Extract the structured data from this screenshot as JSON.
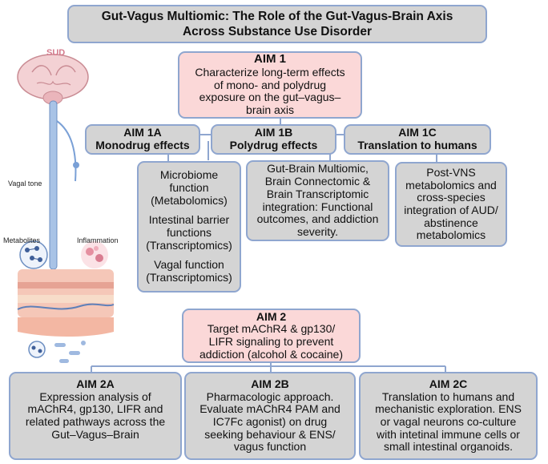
{
  "title": {
    "line1": "Gut-Vagus Multiomic: The Role of the Gut-Vagus-Brain Axis",
    "line2": "Across Substance Use Disorder"
  },
  "illustration": {
    "sud_label": "SUD",
    "vagal_tone_label": "Vagal tone",
    "metabolites_label": "Metabolites",
    "inflammation_label": "Inflammation"
  },
  "aim1": {
    "heading": "AIM 1",
    "text": "Characterize long-term effects\nof mono- and    polydrug\nexposure on the gut–vagus–\nbrain axis"
  },
  "aim1a": {
    "heading": "AIM 1A",
    "subtitle": "Monodrug effects",
    "details": [
      "Microbiome\nfunction\n(Metabolomics)",
      "Intestinal barrier\nfunctions\n(Transcriptomics)",
      "Vagal function\n(Transcriptomics)"
    ]
  },
  "aim1b": {
    "heading": "AIM 1B",
    "subtitle": "Polydrug effects",
    "detail": "Gut-Brain Multiomic,\nBrain Connectomic &\nBrain Transcriptomic\nintegration: Functional\noutcomes, and addiction\nseverity."
  },
  "aim1c": {
    "heading": "AIM 1C",
    "subtitle": "Translation to humans",
    "detail": "Post-VNS\nmetabolomics and\ncross-species\nintegration of AUD/\nabstinence\nmetabolomics"
  },
  "aim2": {
    "heading": "AIM 2",
    "text": "Target mAChR4 & gp130/\nLIFR signaling to prevent\naddiction (alcohol & cocaine)"
  },
  "aim2a": {
    "heading": "AIM 2A",
    "text": "Expression analysis of\nmAChR4, gp130, LIFR and\nrelated pathways across the\nGut–Vagus–Brain"
  },
  "aim2b": {
    "heading": "AIM 2B",
    "text": "Pharmacologic approach.\nEvaluate mAChR4 PAM and\nIC7Fc agonist) on drug\nseeking behaviour & ENS/\nvagus function"
  },
  "aim2c": {
    "heading": "AIM 2C",
    "text": "Translation to humans and\nmechanistic exploration. ENS\nor vagal neurons co-culture\nwith intetinal immune cells or\nsmall intestinal organoids."
  },
  "colors": {
    "border": "#8fa6cf",
    "gray_fill": "#d4d4d4",
    "pink_fill": "#fbd8d8",
    "connector": "#8fa6cf"
  }
}
